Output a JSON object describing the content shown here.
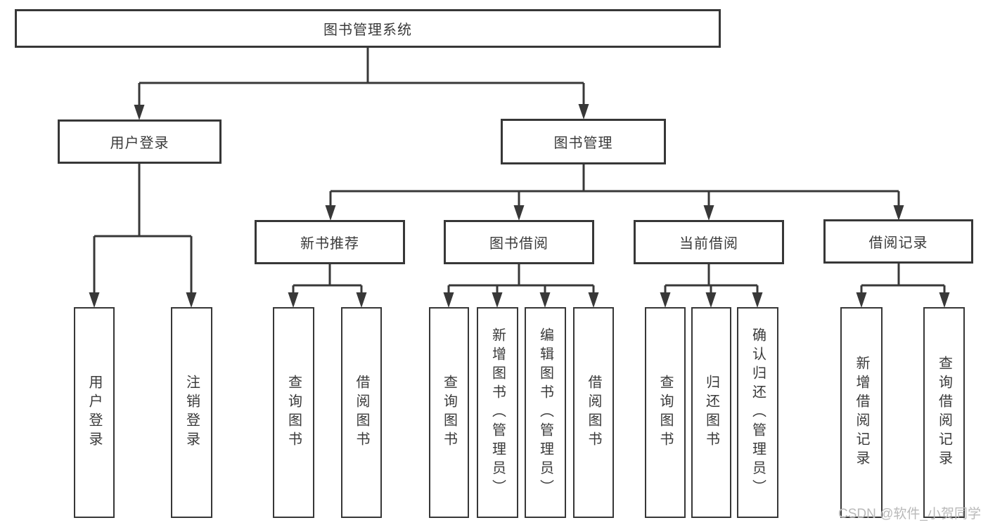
{
  "diagram": {
    "title": "图书管理系统",
    "watermark": "CSDN @软件_小贺同学",
    "colors": {
      "line": "#383838",
      "box_border": "#373737",
      "text": "#3a3a3a",
      "watermark": "#b9b9b9",
      "background": "#ffffff"
    },
    "nodes": {
      "root": {
        "label": "图书管理系统"
      },
      "user_login": {
        "label": "用户登录"
      },
      "book_mgmt": {
        "label": "图书管理"
      },
      "new_book_rec": {
        "label": "新书推荐"
      },
      "book_borrow": {
        "label": "图书借阅"
      },
      "current_borrow": {
        "label": "当前借阅"
      },
      "borrow_record": {
        "label": "借阅记录"
      },
      "leaf_user_login": {
        "label": "用户登录"
      },
      "leaf_logout": {
        "label": "注销登录"
      },
      "rec_query_books": {
        "label": "查询图书"
      },
      "rec_borrow_books": {
        "label": "借阅图书"
      },
      "bb_query_books": {
        "label": "查询图书"
      },
      "bb_add_books": {
        "label": "新增图书（管理员）"
      },
      "bb_edit_books": {
        "label": "编辑图书（管理员）"
      },
      "bb_borrow_books": {
        "label": "借阅图书"
      },
      "cb_query_books": {
        "label": "查询图书"
      },
      "cb_return_books": {
        "label": "归还图书"
      },
      "cb_confirm_return": {
        "label": "确认归还（管理员）"
      },
      "br_add_record": {
        "label": "新增借阅记录"
      },
      "br_query_record": {
        "label": "查询借阅记录"
      }
    },
    "edges": [
      "图书管理系统 -> 用户登录",
      "图书管理系统 -> 图书管理",
      "用户登录 -> 用户登录(叶), 注销登录",
      "图书管理 -> 新书推荐, 图书借阅, 当前借阅, 借阅记录",
      "新书推荐 -> 查询图书, 借阅图书",
      "图书借阅 -> 查询图书, 新增图书（管理员）, 编辑图书（管理员）, 借阅图书",
      "当前借阅 -> 查询图书, 归还图书, 确认归还（管理员）",
      "借阅记录 -> 新增借阅记录, 查询借阅记录"
    ]
  }
}
